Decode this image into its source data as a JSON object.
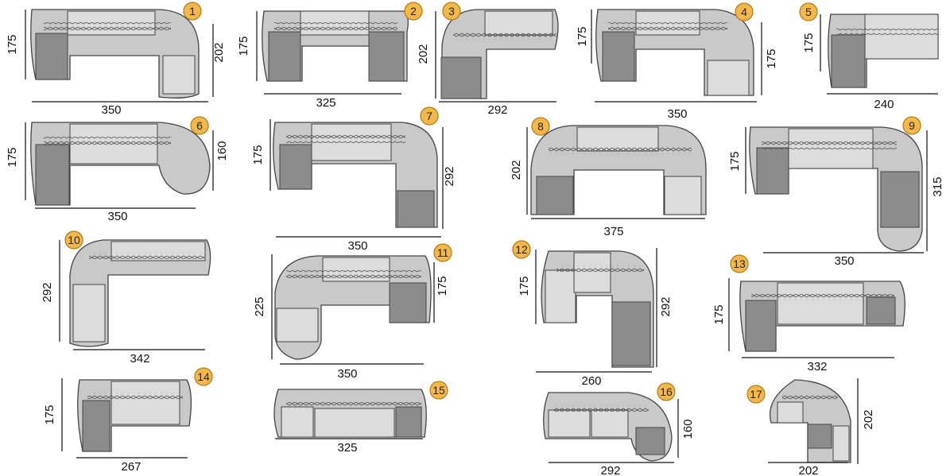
{
  "colors": {
    "body": "#c9c9c9",
    "body_dark": "#9a9a9a",
    "seat": "#dcdcdc",
    "seat_dark": "#8c8c8c",
    "outline": "#444444",
    "badge_fill": "#f4b84a",
    "badge_stroke": "#b07a16",
    "dim_line": "#111111"
  },
  "configurations": [
    {
      "number": "1",
      "width": "350",
      "depth": "175",
      "side_depth": "202"
    },
    {
      "number": "2",
      "width": "325",
      "depth": "175"
    },
    {
      "number": "3",
      "width": "292",
      "depth": "202"
    },
    {
      "number": "4",
      "width": "350",
      "depth": "175",
      "side_depth": "175"
    },
    {
      "number": "5",
      "width": "240",
      "depth": "175"
    },
    {
      "number": "6",
      "width": "350",
      "depth": "175",
      "side_depth": "160"
    },
    {
      "number": "7",
      "width": "350",
      "depth": "175",
      "side_depth": "292"
    },
    {
      "number": "8",
      "width": "375",
      "depth": "202"
    },
    {
      "number": "9",
      "width": "350",
      "depth": "175",
      "side_depth": "315"
    },
    {
      "number": "10",
      "width": "342",
      "depth": "292"
    },
    {
      "number": "11",
      "width": "350",
      "depth": "225",
      "side_depth": "175"
    },
    {
      "number": "12",
      "width": "260",
      "depth": "175",
      "side_depth": "292"
    },
    {
      "number": "13",
      "width": "332",
      "depth": "175"
    },
    {
      "number": "14",
      "width": "267",
      "depth": "175"
    },
    {
      "number": "15",
      "width": "325"
    },
    {
      "number": "16",
      "width": "292",
      "side_depth": "160"
    },
    {
      "number": "17",
      "width": "202",
      "side_depth": "202"
    }
  ]
}
